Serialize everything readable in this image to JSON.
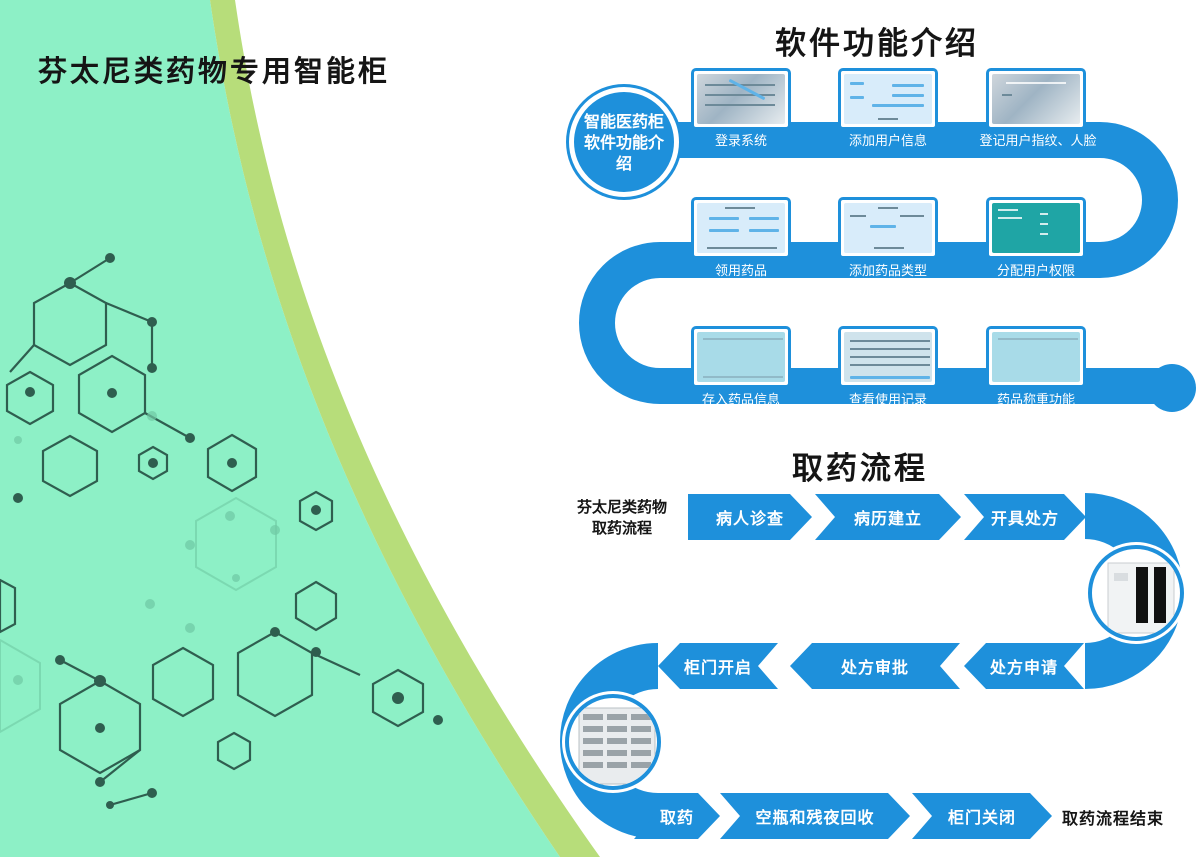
{
  "main_title": "芬太尼类药物专用智能柜",
  "software_section": {
    "title": "软件功能介绍",
    "start_label": "智能医药柜软件功能介绍",
    "steps": [
      {
        "label": "登录系统",
        "screen": "photo-screen"
      },
      {
        "label": "添加用户信息",
        "screen": "form-screen"
      },
      {
        "label": "登记用户指纹、人脸",
        "screen": "photo-screen"
      },
      {
        "label": "领用药品",
        "screen": "form-screen"
      },
      {
        "label": "添加药品类型",
        "screen": "form-screen"
      },
      {
        "label": "分配用户权限",
        "screen": "teal-screen"
      },
      {
        "label": "存入药品信息",
        "screen": "light-screen"
      },
      {
        "label": "查看使用记录",
        "screen": "table-screen"
      },
      {
        "label": "药品称重功能",
        "screen": "light-screen"
      }
    ]
  },
  "pickup_section": {
    "title": "取药流程",
    "start_label": "芬太尼类药物取药流程",
    "row1": [
      "病人诊查",
      "病历建立",
      "开具处方"
    ],
    "row2": [
      "柜门开启",
      "处方审批",
      "处方申请"
    ],
    "row3": [
      "取药",
      "空瓶和残夜回收",
      "柜门关闭"
    ],
    "end_label": "取药流程结束"
  },
  "colors": {
    "flow_blue": "#1e90db",
    "mint_panel": "#8df0c6",
    "lime_band": "#b7dd7a"
  }
}
